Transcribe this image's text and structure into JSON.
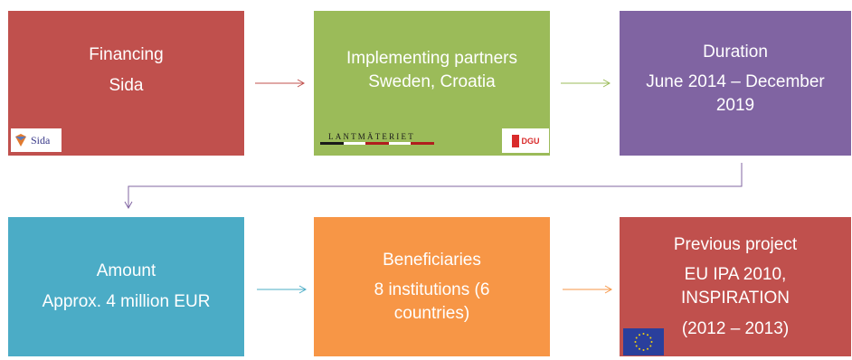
{
  "boxes": {
    "financing": {
      "title": "Financing",
      "body": [
        "Sida"
      ],
      "logo_text": "Sida"
    },
    "partners": {
      "title": "Implementing partners",
      "body": [
        "Sweden, Croatia"
      ],
      "logo_text_1": "LANTMÄTERIET",
      "logo_text_2": "DGU"
    },
    "duration": {
      "title": "Duration",
      "body": [
        "June 2014 – December",
        "2019"
      ]
    },
    "amount": {
      "title": "Amount",
      "body": [
        "Approx. 4 million EUR"
      ]
    },
    "beneficiaries": {
      "title": "Beneficiaries",
      "body": [
        "8 institutions (6",
        "countries)"
      ]
    },
    "previous": {
      "title": "Previous project",
      "body": [
        "EU IPA 2010,",
        "INSPIRATION",
        "(2012 – 2013)"
      ]
    }
  },
  "colors": {
    "financing": "#c0504d",
    "partners": "#9bbb59",
    "duration": "#8064a2",
    "amount": "#4bacc6",
    "beneficiaries": "#f79646",
    "previous": "#c0504d"
  },
  "icons": [
    "sida-logo",
    "lantmateriet-logo",
    "dgu-logo",
    "eu-flag-icon"
  ]
}
